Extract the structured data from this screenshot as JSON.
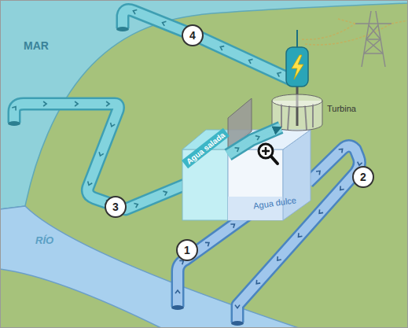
{
  "diagram": {
    "nodes": [
      {
        "text": [
          "Agua salada"
        ]
      },
      {
        "text": [
          "Agua dulce"
        ]
      },
      {
        "text": [
          "Turbina"
        ]
      }
    ],
    "edges": [
      {
        "from": 0,
        "to": 2,
        "arrow": "to"
      }
    ],
    "labels": [
      "MAR",
      "4",
      "3",
      "2",
      "RÍO",
      "1"
    ]
  }
}
